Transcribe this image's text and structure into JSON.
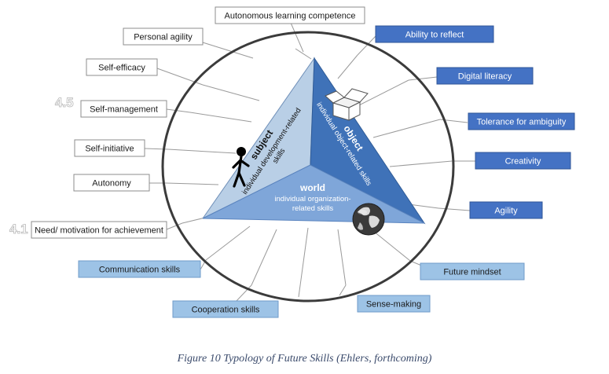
{
  "figure": {
    "caption": "Figure 10 Typology of Future Skills (Ehlers, forthcoming)",
    "margin_marks": [
      "4.5",
      "4.1"
    ]
  },
  "colors": {
    "outline": "#3b3b3b",
    "leader_line": "#9a9a9a",
    "subject_face": "#b9cfe6",
    "object_face": "#3f72b8",
    "world_face": "#7fa6d9",
    "white_box_fill": "#ffffff",
    "light_box_fill": "#9dc3e6",
    "dark_box_fill": "#4472c4",
    "dark_box_text": "#ffffff",
    "light_box_text": "#1a1a1a"
  },
  "triangle": {
    "subject": {
      "title": "subject",
      "subtitle_1": "individual development-related",
      "subtitle_2": "skills"
    },
    "object": {
      "title": "object",
      "subtitle_1": "individual object-related skills"
    },
    "world": {
      "title": "world",
      "subtitle_1": "individual organization-",
      "subtitle_2": "related skills"
    }
  },
  "icons": [
    "person-icon",
    "box-icon",
    "globe-icon"
  ],
  "skills": {
    "subject": [
      "Autonomous learning competence",
      "Personal agility",
      "Self-efficacy",
      "Self-management",
      "Self-initiative",
      "Autonomy",
      "Need/ motivation for achievement"
    ],
    "object": [
      "Ability to reflect",
      "Digital literacy",
      "Tolerance for ambiguity",
      "Creativity",
      "Agility"
    ],
    "world": [
      "Future mindset",
      "Sense-making",
      "Cooperation skills",
      "Communication skills"
    ]
  }
}
